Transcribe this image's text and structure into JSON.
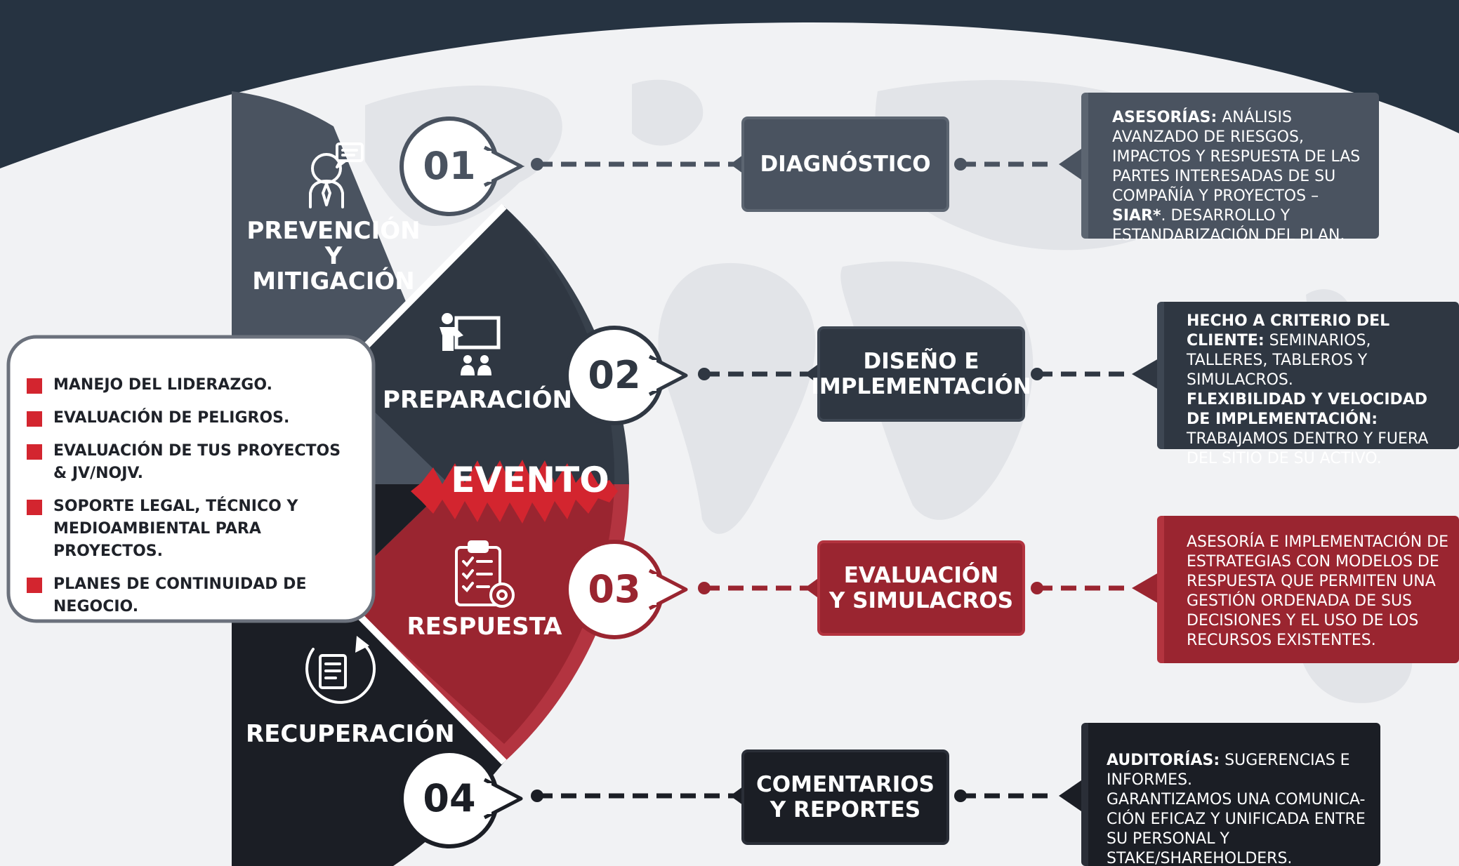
{
  "colors": {
    "dark_navy": "#263341",
    "stage1": "#4a5360",
    "stage2": "#2f3742",
    "stage3": "#9a2530",
    "stage4": "#1b1e25",
    "accent_red": "#d3252f",
    "map": "#e2e4e8"
  },
  "stages": [
    {
      "number": "01",
      "label": "PREVENCIÓN Y\nMITIGACIÓN",
      "icon": "person-speech-icon"
    },
    {
      "number": "02",
      "label": "PREPARACIÓN",
      "icon": "presentation-board-icon"
    },
    {
      "number": "03",
      "label": "RESPUESTA",
      "icon": "clipboard-gear-icon"
    },
    {
      "number": "04",
      "label": "RECUPERACIÓN",
      "icon": "document-refresh-icon"
    }
  ],
  "event_label": "EVENTO",
  "left_list": [
    "MANEJO DEL LIDERAZGO.",
    "EVALUACIÓN DE PELIGROS.",
    "EVALUACIÓN DE TUS PROYECTOS & JV/NOJV.",
    "SOPORTE LEGAL, TÉCNICO Y MEDIOAMBIENTAL PARA PROYECTOS.",
    "PLANES DE CONTINUIDAD DE NEGOCIO."
  ],
  "middle_boxes": [
    "DIAGNÓSTICO",
    "DISEÑO E\nIMPLEMENTACIÓN",
    "EVALUACIÓN\nY SIMULACROS",
    "COMENTARIOS\nY REPORTES"
  ],
  "descriptions": [
    {
      "bold1": "ASESORÍAS:",
      "text1": " ANÁLISIS AVANZADO DE RIESGOS, IMPACTOS Y RESPUESTA DE LAS PARTES INTERESADAS DE SU COMPAÑÍA Y PROYECTOS – ",
      "bold2": "SIAR*",
      "text2": ". DESARROLLO Y ESTANDARIZACIÓN DEL PLAN."
    },
    {
      "bold1": "HECHO A CRITERIO DEL CLIENTE:",
      "text1": " SEMINARIOS, TALLERES, TABLEROS Y SIMULACROS.",
      "bold2": "FLEXIBILIDAD Y VELOCIDAD DE IMPLEMENTACIÓN:",
      "text2": " TRABAJAMOS DENTRO Y FUERA DEL SITIO DE SU ACTIVO."
    },
    {
      "text1": "ASESORÍA E IMPLEMENTACIÓN DE ESTRATEGIAS CON MODELOS DE RESPUESTA QUE PERMITEN UNA GESTIÓN ORDENADA DE SUS DECISIONES Y EL USO DE LOS RECURSOS EXISTENTES."
    },
    {
      "bold1": "AUDITORÍAS:",
      "text1": " SUGERENCIAS E INFORMES.",
      "text2": "GARANTIZAMOS UNA COMUNICA-CIÓN EFICAZ Y UNIFICADA ENTRE SU PERSONAL Y STAKE/SHAREHOLDERS."
    }
  ]
}
